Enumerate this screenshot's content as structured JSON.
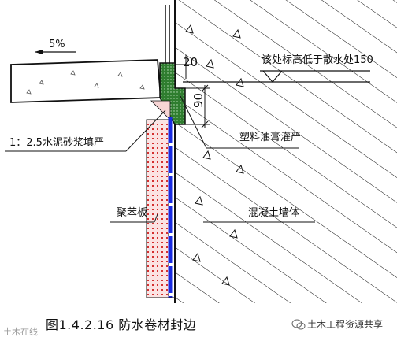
{
  "diagram": {
    "caption": "图1.4.2.16  防水卷材封边",
    "labels": {
      "slope": "5%",
      "dim_top": "20",
      "dim_side": "90",
      "elevation_note": "该处标高低于散水处150",
      "plastic_ointment": "塑料油膏灌严",
      "mortar": "1：2.5水泥砂浆填严",
      "polystyrene": "聚苯板",
      "concrete_wall": "混凝土墙体"
    },
    "watermark_left": "土木在线",
    "watermark_right": "土木工程资源共享"
  },
  "colors": {
    "line": "#111111",
    "slab_fill": "#ffffff",
    "sealant_fill": "#3a8a3a",
    "membrane": "#1a2be0",
    "insulation_dots": "#d43030",
    "mortar_fill": "#f4c8c8",
    "hatch": "#111111"
  }
}
